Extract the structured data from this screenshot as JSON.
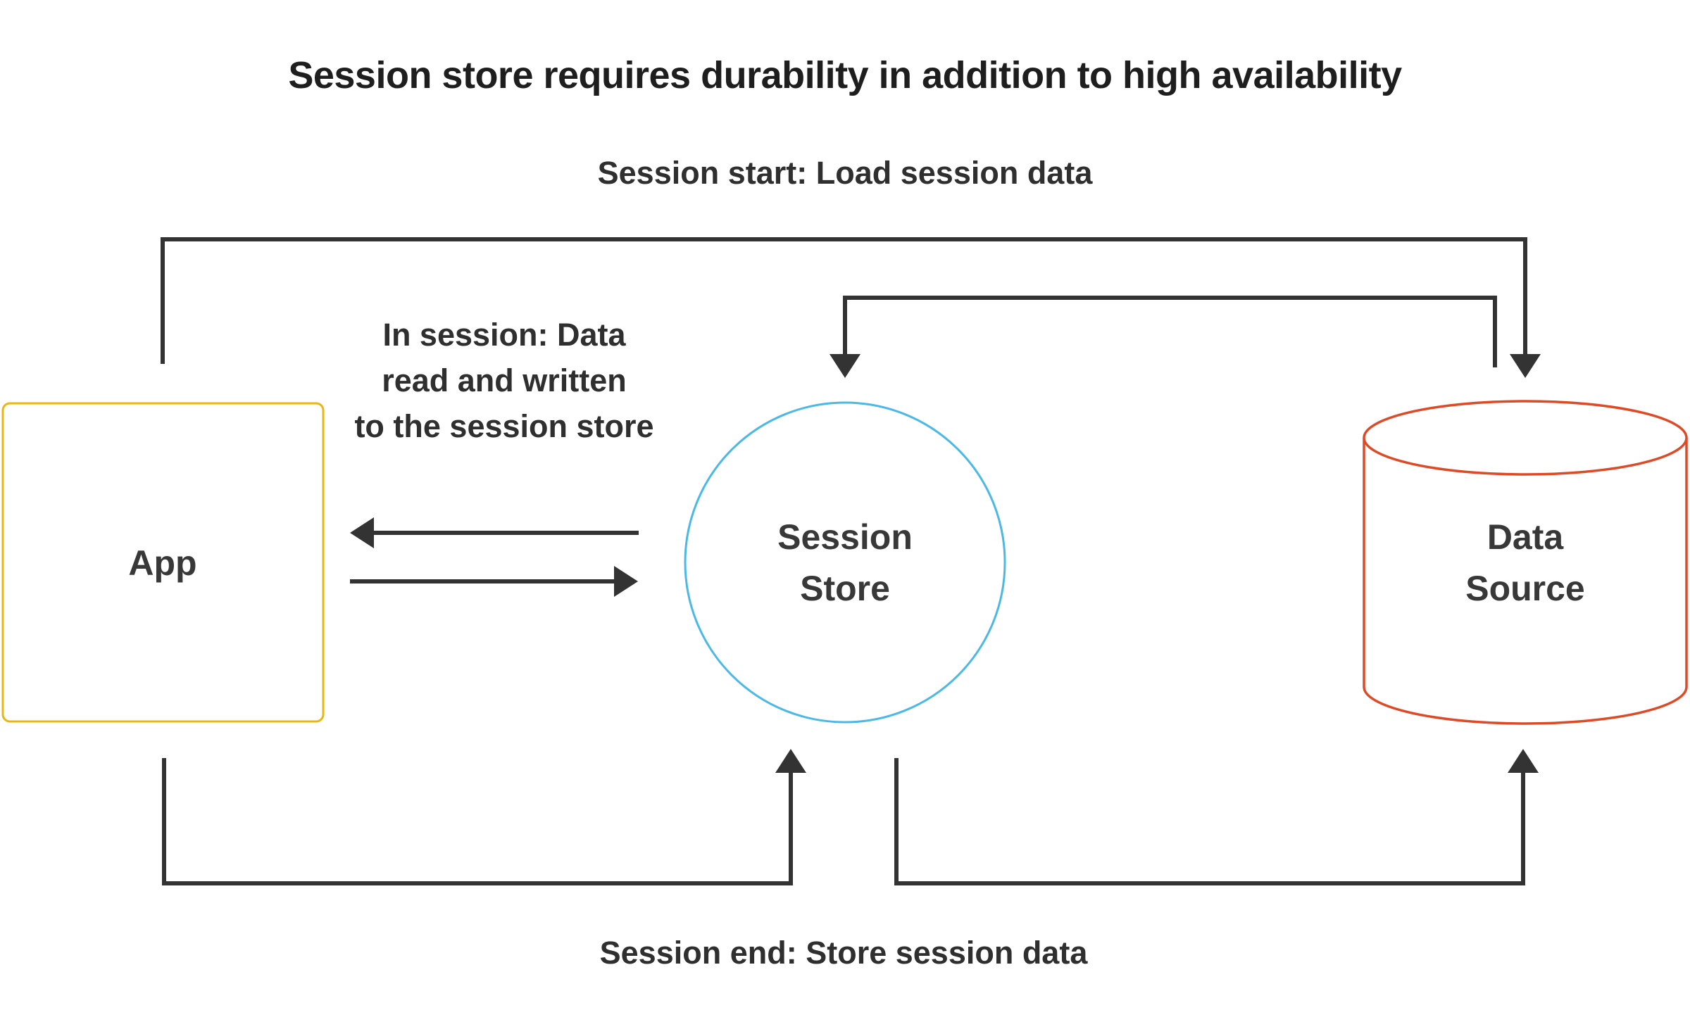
{
  "title": "Session store requires durability in addition to high availability",
  "flow_labels": {
    "session_start": "Session start: Load session data",
    "session_end": "Session end: Store session data",
    "in_session": {
      "line1": "In session: Data",
      "line2": "read and written",
      "line3": "to the session store"
    }
  },
  "nodes": {
    "app": {
      "label": "App"
    },
    "session_store": {
      "line1": "Session",
      "line2": "Store"
    },
    "data_source": {
      "line1": "Data",
      "line2": "Source"
    }
  },
  "colors": {
    "app_border": "#e9b712",
    "session_store_border": "#4cb8e6",
    "data_source_border": "#dc4b27",
    "connector": "#333333",
    "title_text": "#1e1e1e",
    "label_text": "#2f2f2f",
    "node_text": "#383838",
    "background": "#ffffff"
  }
}
